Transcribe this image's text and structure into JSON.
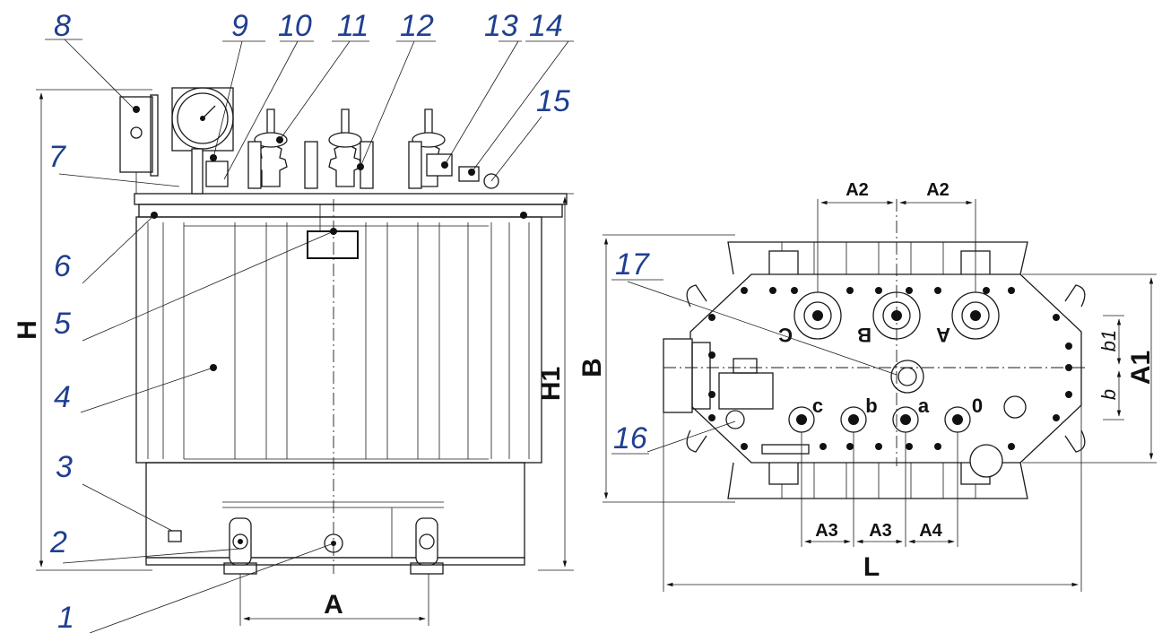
{
  "callouts": [
    "1",
    "2",
    "3",
    "4",
    "5",
    "6",
    "7",
    "8",
    "9",
    "10",
    "11",
    "12",
    "13",
    "14",
    "15",
    "16",
    "17"
  ],
  "front_view": {
    "dim_height": "H",
    "dim_height_body": "H1",
    "dim_wheel_base": "A"
  },
  "top_view": {
    "dim_width": "B",
    "dim_length": "L",
    "dim_wheel_track": "A1",
    "dim_hv_pitch_1": "A2",
    "dim_hv_pitch_2": "A2",
    "dim_lv_pitch_1": "A3",
    "dim_lv_pitch_2": "A3",
    "dim_lv_pitch_3": "A4",
    "dim_offset_b1": "b1",
    "dim_offset_b": "b",
    "hv_terminals": [
      "C",
      "B",
      "A"
    ],
    "lv_terminals": [
      "c",
      "b",
      "a",
      "0"
    ]
  },
  "colors": {
    "callout": "#1f3f8f",
    "line": "#1a1a1a"
  }
}
